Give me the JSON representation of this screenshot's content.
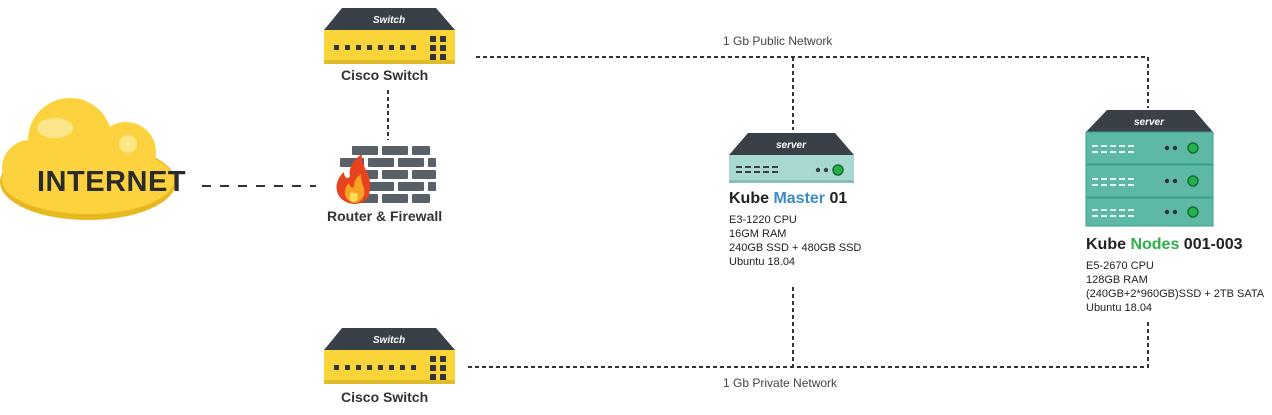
{
  "internet": {
    "label": "INTERNET"
  },
  "top_switch": {
    "badge": "Switch",
    "caption": "Cisco Switch"
  },
  "bottom_switch": {
    "badge": "Switch",
    "caption": "Cisco Switch"
  },
  "router": {
    "caption": "Router & Firewall"
  },
  "networks": {
    "public": "1 Gb Public Network",
    "private": "1 Gb Private Network"
  },
  "master": {
    "badge": "server",
    "title_prefix": "Kube ",
    "title_highlight": "Master",
    "title_suffix": " 01",
    "specs": [
      "E3-1220 CPU",
      "16GM RAM",
      "240GB SSD + 480GB SSD",
      "Ubuntu 18.04"
    ]
  },
  "nodes": {
    "badge": "server",
    "title_prefix": "Kube ",
    "title_highlight": "Nodes",
    "title_suffix": " 001-003",
    "specs": [
      "E5-2670 CPU",
      "128GB RAM",
      "(240GB+2*960GB)SSD + 2TB SATA",
      "Ubuntu 18.04"
    ]
  },
  "colors": {
    "switch_yellow": "#f9d53a",
    "internet_cloud": "#fcd33f",
    "master_accent": "#3b8bc4",
    "nodes_accent": "#2dae4a",
    "device_dark": "#3a4047",
    "master_body": "#a8d8d2",
    "nodes_body": "#5db8a6",
    "led_green": "#22b14c"
  }
}
